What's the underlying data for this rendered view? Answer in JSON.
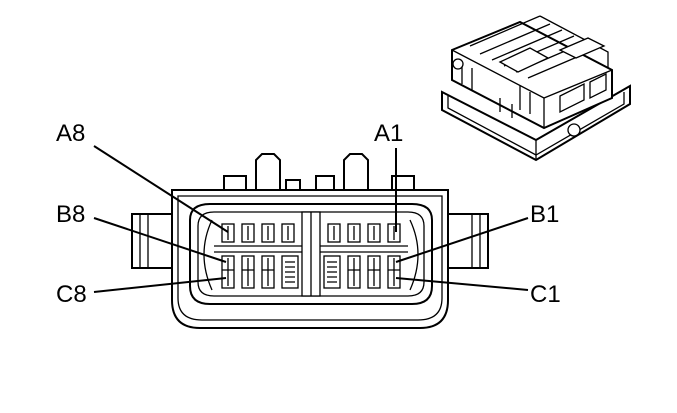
{
  "labels": {
    "a8": "A8",
    "a1": "A1",
    "b8": "B8",
    "b1": "B1",
    "c8": "C8",
    "c1": "C1"
  }
}
